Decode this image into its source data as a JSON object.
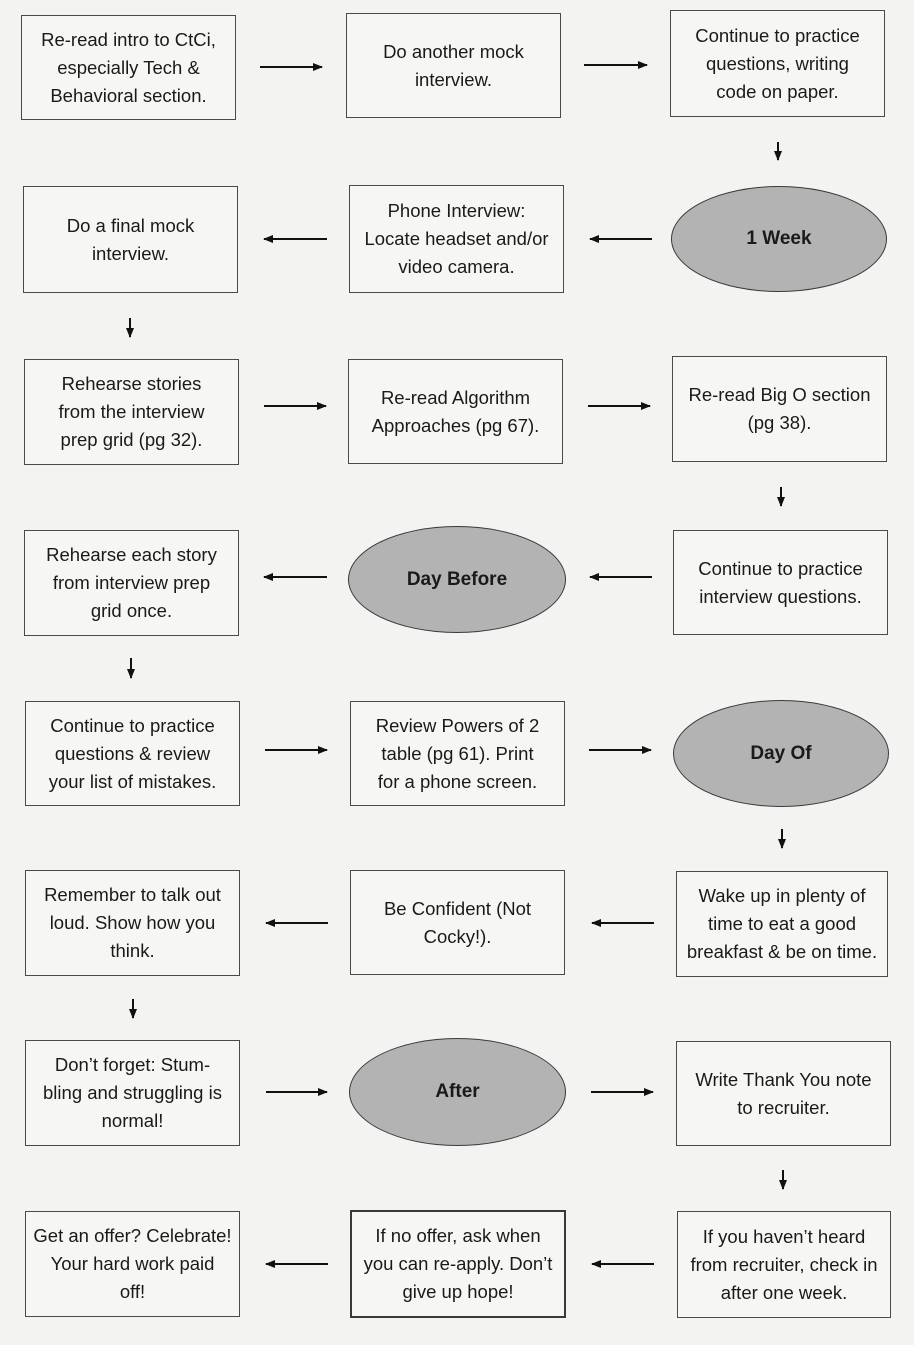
{
  "nodes": {
    "n1": "Re-read intro to CtCi,\nespecially Tech &\nBehavioral section.",
    "n2": "Do another mock\ninterview.",
    "n3": "Continue to practice\nquestions, writing\ncode on paper.",
    "n4": "Do a final mock\ninterview.",
    "n5": "Phone Interview:\nLocate headset and/or\nvideo camera.",
    "n6": "1 Week",
    "n7": "Rehearse stories\nfrom the interview\nprep grid (pg 32).",
    "n8": "Re-read Algorithm\nApproaches (pg 67).",
    "n9": "Re-read Big O section\n(pg 38).",
    "n10": "Rehearse each story\nfrom interview prep\ngrid once.",
    "n11": "Day Before",
    "n12": "Continue to practice\ninterview questions.",
    "n13": "Continue to practice\nquestions & review\nyour list of mistakes.",
    "n14": "Review Powers of 2\ntable (pg 61). Print\nfor a phone screen.",
    "n15": "Day Of",
    "n16": "Remember to talk out\nloud. Show how you\nthink.",
    "n17": "Be Confident (Not\nCocky!).",
    "n18": "Wake up in plenty of\ntime to eat a good\nbreakfast & be on time.",
    "n19": "Don’t forget: Stum-\nbling and struggling is\nnormal!",
    "n20": "After",
    "n21": "Write Thank You note\nto recruiter.",
    "n22": "Get an offer? Celebrate!\nYour hard work paid\noff!",
    "n23": "If no offer, ask when\nyou can re-apply. Don’t\ngive up hope!",
    "n24": "If you haven’t heard\nfrom recruiter, check in\nafter one week."
  }
}
